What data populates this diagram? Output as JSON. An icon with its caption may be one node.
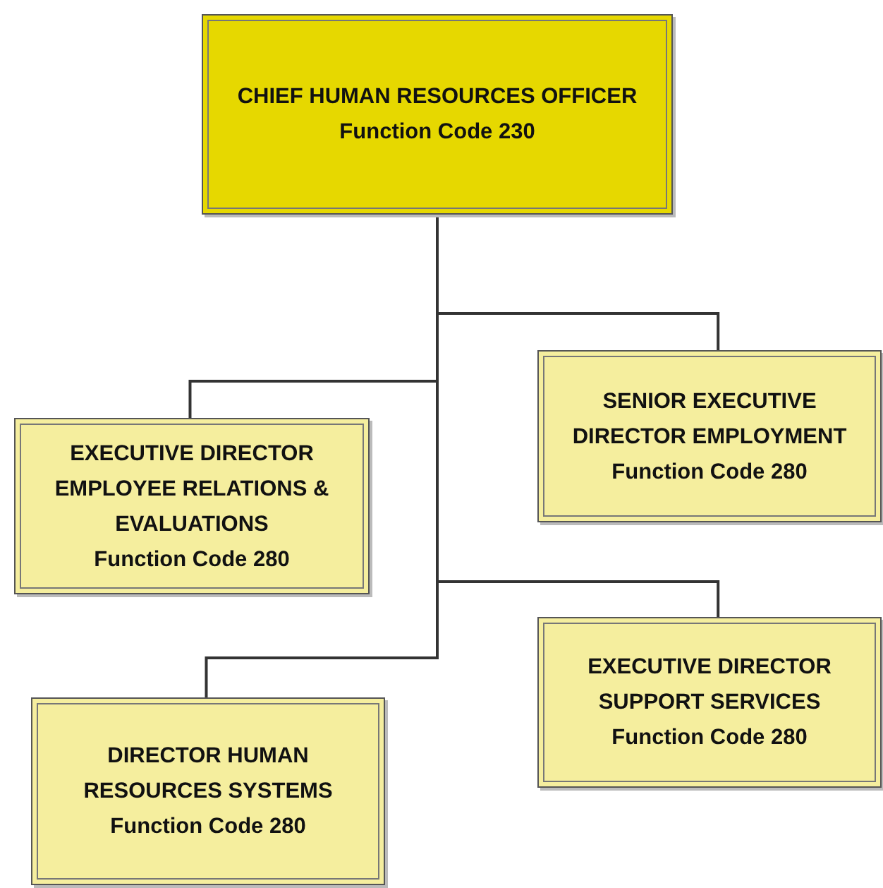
{
  "diagram": {
    "nodes": [
      {
        "text": [
          "CHIEF HUMAN RESOURCES OFFICER",
          "Function Code 230"
        ]
      },
      {
        "text": [
          "EXECUTIVE DIRECTOR EMPLOYEE RELATIONS & EVALUATIONS",
          "Function Code 280"
        ]
      },
      {
        "text": [
          "SENIOR EXECUTIVE DIRECTOR EMPLOYMENT",
          "Function Code 280"
        ]
      },
      {
        "text": [
          "EXECUTIVE DIRECTOR SUPPORT SERVICES",
          "Function Code 280"
        ]
      },
      {
        "text": [
          "DIRECTOR HUMAN RESOURCES SYSTEMS",
          "Function Code 280"
        ]
      }
    ],
    "edges": [
      {
        "from": 0,
        "to": 2,
        "arrow": "none"
      },
      {
        "from": 0,
        "to": 1,
        "arrow": "none"
      },
      {
        "from": 0,
        "to": 3,
        "arrow": "none"
      },
      {
        "from": 0,
        "to": 4,
        "arrow": "none"
      }
    ]
  }
}
